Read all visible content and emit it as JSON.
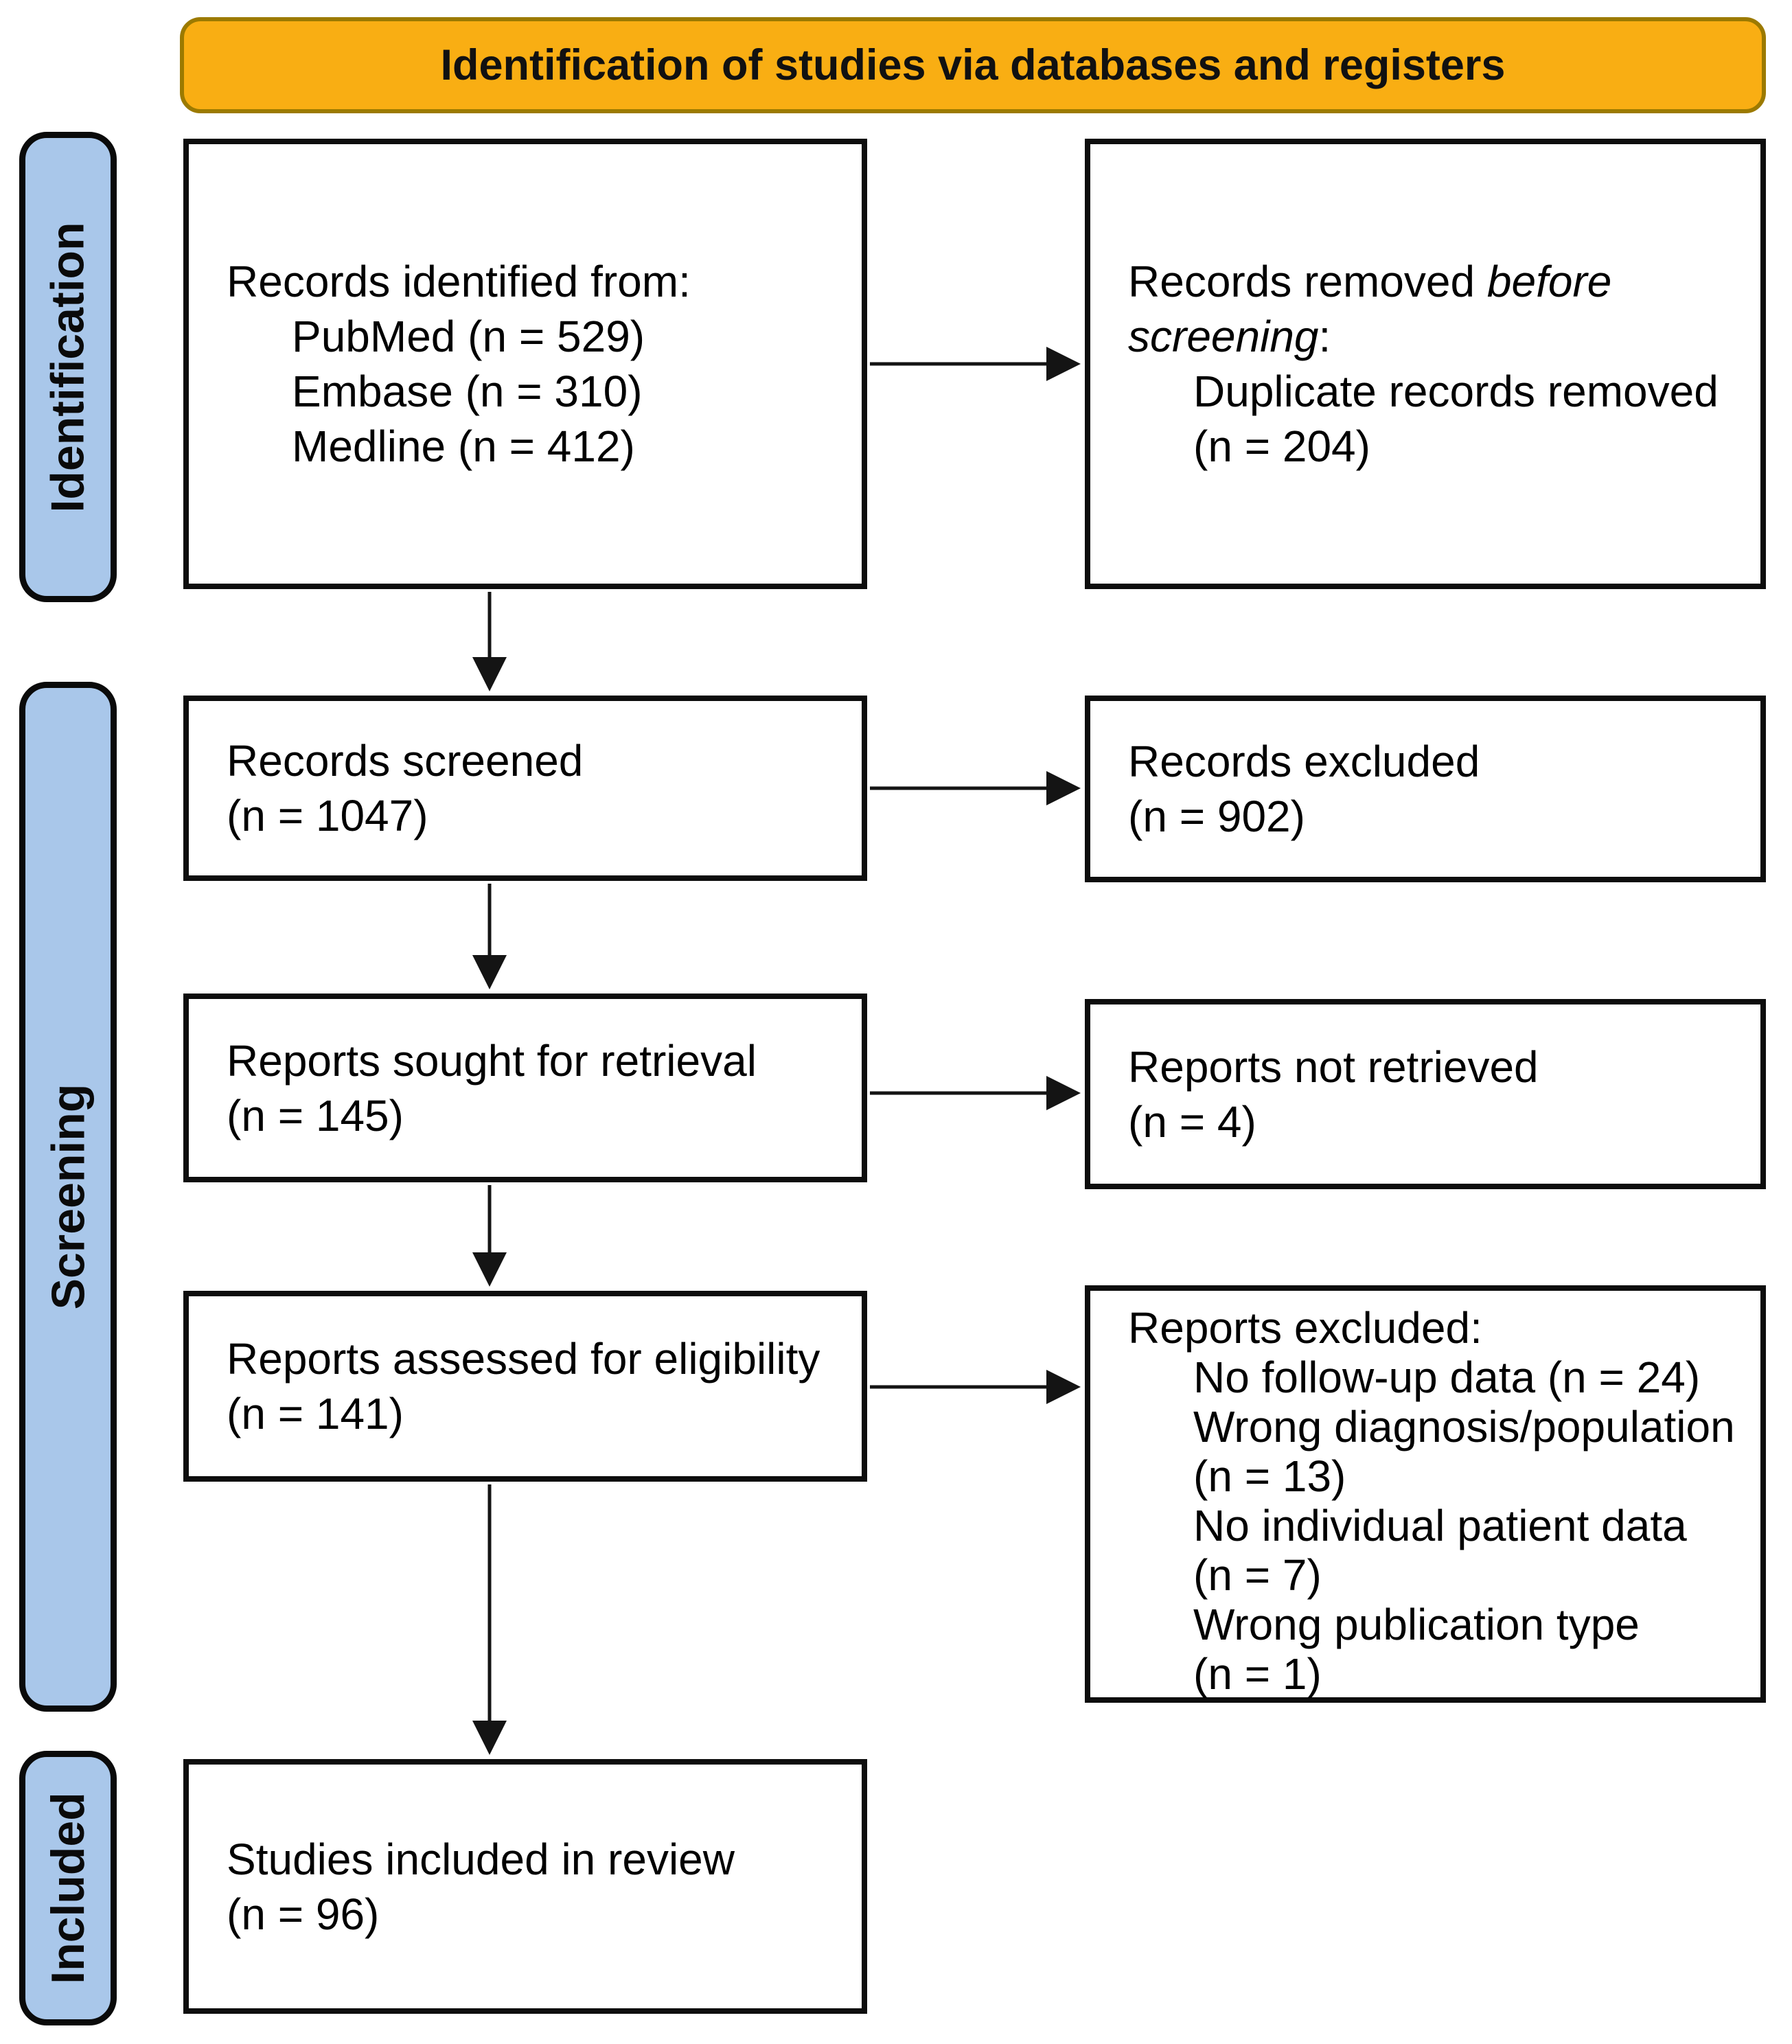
{
  "banner": {
    "title": "Identification of studies via databases and registers"
  },
  "stages": {
    "identification": "Identification",
    "screening": "Screening",
    "included": "Included"
  },
  "flow": {
    "records_identified": {
      "title": "Records identified from:",
      "items": [
        "PubMed (n = 529)",
        "Embase (n = 310)",
        "Medline (n = 412)"
      ]
    },
    "records_removed": {
      "title_prefix": "Records removed ",
      "title_italic": "before screening",
      "title_suffix": ":",
      "item_lines": [
        "Duplicate records removed",
        "(n = 204)"
      ]
    },
    "records_screened": {
      "lines": [
        "Records screened",
        "(n = 1047)"
      ]
    },
    "records_excluded": {
      "lines": [
        "Records excluded",
        "(n = 902)"
      ]
    },
    "reports_sought": {
      "lines": [
        "Reports sought for retrieval",
        "(n = 145)"
      ]
    },
    "reports_not_retrieved": {
      "lines": [
        "Reports not retrieved",
        "(n = 4)"
      ]
    },
    "reports_assessed": {
      "lines": [
        "Reports assessed for eligibility",
        "(n = 141)"
      ]
    },
    "reports_excluded": {
      "title": "Reports excluded:",
      "item_lines": [
        "No follow-up data (n = 24)",
        "Wrong diagnosis/population",
        "(n = 13)",
        "No individual patient data",
        "(n = 7)",
        "Wrong publication type",
        "(n = 1)"
      ]
    },
    "studies_included": {
      "lines": [
        "Studies included in review",
        "(n = 96)"
      ]
    }
  },
  "colors": {
    "banner_fill": "#F9AE13",
    "banner_border": "#9C7A00",
    "stage_fill": "#A9C7EA",
    "stage_border": "#0A0A0A",
    "box_border": "#0D0D0D",
    "arrow": "#141414",
    "text": "#000000",
    "background": "#FFFFFF"
  }
}
